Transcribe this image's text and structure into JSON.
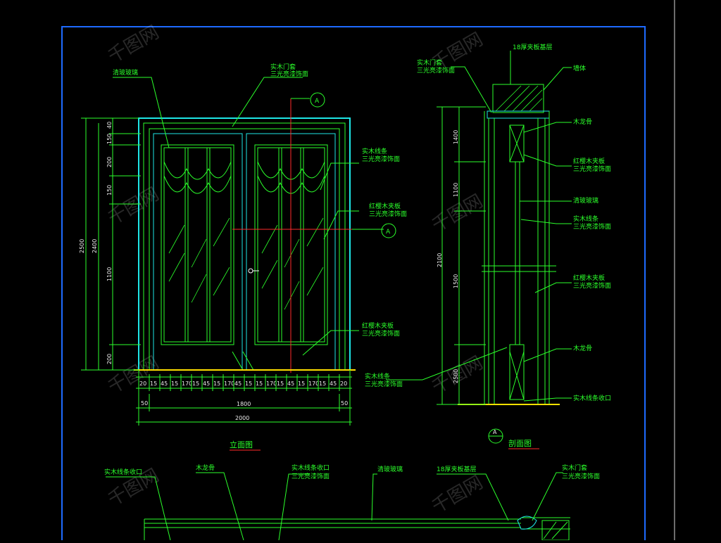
{
  "colors": {
    "background": "#000000",
    "frame": "#1e6bff",
    "linework": "#2bff2b",
    "cyan": "#1ee6e6",
    "leader": "#2bff2b",
    "red": "#ff2a2a",
    "dimension_text": "#eaeaea"
  },
  "watermark": "千图网",
  "elevation": {
    "title": "立面图",
    "labels": {
      "top_glass": "清玻玻璃",
      "door_frame_line1": "实木门套",
      "door_frame_line2": "三光亮漆饰面",
      "edge_strip_line1": "实木线条",
      "edge_strip_line2": "三光亮漆饰面",
      "panel_a_line1": "红樱木夹板",
      "panel_a_line2": "三光亮漆饰面",
      "panel_b_line1": "红樱木夹板",
      "panel_b_line2": "三光亮漆饰面"
    },
    "section_marker": "A",
    "vertical_dims_outer": [
      "2500"
    ],
    "vertical_dims_inner": [
      "2400"
    ],
    "vertical_dims_parts": [
      "40",
      "150",
      "200",
      "150",
      "1100",
      "200"
    ],
    "bottom_dims_row": [
      "20",
      "15",
      "45",
      "15",
      "170",
      "15",
      "45",
      "15",
      "170",
      "45",
      "15",
      "15",
      "170",
      "15",
      "45",
      "15",
      "170",
      "15",
      "45",
      "20"
    ],
    "bottom_dim_sub": [
      "50",
      "50"
    ],
    "total_inner": "1800",
    "total_outer": "2000"
  },
  "section": {
    "title": "剖面图",
    "marker": "A",
    "labels": {
      "top_board": "18厚夹板基层",
      "trim_line1": "实木门套",
      "trim_line2": "三光亮漆饰面",
      "wall": "墙体",
      "frame1": "木龙骨",
      "panel1_line1": "红樱木夹板",
      "panel1_line2": "三光亮漆饰面",
      "glass": "清玻玻璃",
      "strip_line1": "实木线条",
      "strip_line2": "三光亮漆饰面",
      "panel2_line1": "红樱木夹板",
      "panel2_line2": "三光亮漆饰面",
      "frame2": "木龙骨",
      "strip2_line1": "实木线条",
      "strip2_line2": "三光亮漆饰面",
      "bottom_edge": "实木线条收口"
    },
    "dims": [
      "2100",
      "1500",
      "2500",
      "1100",
      "1400"
    ]
  },
  "plan": {
    "labels": {
      "edge": "实木线条收口",
      "frame": "木龙骨",
      "strip_line1": "实木线条收口",
      "strip_line2": "三光亮漆饰面",
      "glass": "清玻玻璃",
      "board": "18厚夹板基层",
      "trim_line1": "实木门套",
      "trim_line2": "三光亮漆饰面"
    }
  }
}
